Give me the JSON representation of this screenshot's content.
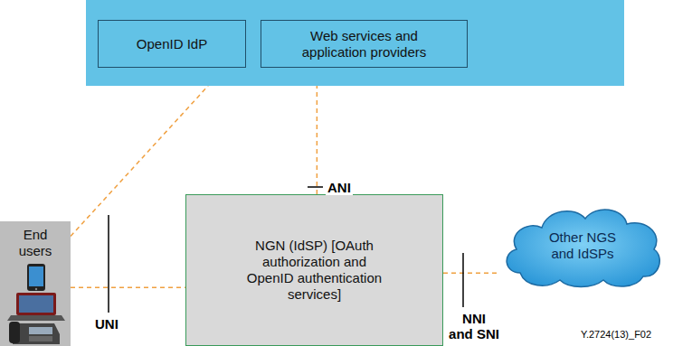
{
  "diagram": {
    "nodes": [
      {
        "text": []
      },
      {
        "text": [
          "OpenID IdP"
        ],
        "in": 0
      },
      {
        "text": [
          "Web services and application providers"
        ],
        "in": 0
      },
      {
        "text": [
          "End users"
        ]
      },
      {
        "text": [
          "NGN (IdSP) [OAuth authorization and OpenID authentication services]"
        ]
      },
      {
        "text": [
          "Other NGS and IdSPs"
        ]
      }
    ],
    "edges": [
      {
        "from": 3,
        "to": 0,
        "arrow": "none"
      },
      {
        "from": 3,
        "to": 4,
        "arrow": "none"
      },
      {
        "from": 4,
        "to": 0,
        "arrow": "none"
      },
      {
        "from": 4,
        "to": 5,
        "arrow": "none"
      }
    ],
    "labels": [
      "ANI",
      "UNI",
      "NNI and SNI",
      "Y.2724(13)_F02"
    ]
  }
}
